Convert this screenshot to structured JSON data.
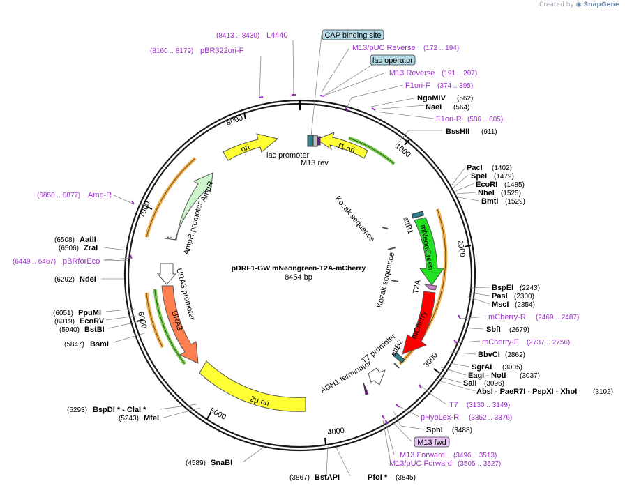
{
  "credit": {
    "prefix": "Created by",
    "brand": "SnapGene"
  },
  "plasmid": {
    "name": "pDRF1-GW mNeongreen-T2A-mCherry",
    "length": "8454 bp"
  },
  "ticks": [
    "1000",
    "2000",
    "3000",
    "4000",
    "5000",
    "6000",
    "7000",
    "8000"
  ],
  "sites": [
    {
      "name": "NgoMIV",
      "pos": "(562)"
    },
    {
      "name": "NaeI",
      "pos": "(564)"
    },
    {
      "name": "BssHII",
      "pos": "(911)"
    },
    {
      "name": "PacI",
      "pos": "(1402)"
    },
    {
      "name": "SpeI",
      "pos": "(1479)"
    },
    {
      "name": "EcoRI",
      "pos": "(1485)"
    },
    {
      "name": "NheI",
      "pos": "(1525)"
    },
    {
      "name": "BmtI",
      "pos": "(1529)"
    },
    {
      "name": "BspEI",
      "pos": "(2243)"
    },
    {
      "name": "PasI",
      "pos": "(2300)"
    },
    {
      "name": "MscI",
      "pos": "(2354)"
    },
    {
      "name": "SbfI",
      "pos": "(2679)"
    },
    {
      "name": "BbvCI",
      "pos": "(2862)"
    },
    {
      "name": "SgrAI",
      "pos": "(3005)"
    },
    {
      "name": "EagI - NotI",
      "pos": "(3037)"
    },
    {
      "name": "SalI",
      "pos": "(3096)"
    },
    {
      "name": "AbsI - PaeR7I - PspXI - XhoI",
      "pos": "(3102)"
    },
    {
      "name": "SphI",
      "pos": "(3488)"
    },
    {
      "name": "PfoI *",
      "pos": "(3845)"
    },
    {
      "name": "BstAPI",
      "pos": "(3867)"
    },
    {
      "name": "SnaBI",
      "pos": "(4589)"
    },
    {
      "name": "MfeI",
      "pos": "(5243)"
    },
    {
      "name": "BspDI * - ClaI *",
      "pos": "(5293)"
    },
    {
      "name": "BsmI",
      "pos": "(5847)"
    },
    {
      "name": "BstBI",
      "pos": "(5940)"
    },
    {
      "name": "EcoRV",
      "pos": "(6019)"
    },
    {
      "name": "PpuMI",
      "pos": "(6051)"
    },
    {
      "name": "NdeI",
      "pos": "(6292)"
    },
    {
      "name": "ZraI",
      "pos": "(6506)"
    },
    {
      "name": "AatII",
      "pos": "(6508)"
    }
  ],
  "primers": [
    {
      "name": "L4440",
      "pos": "(8413 .. 8430)"
    },
    {
      "name": "pBR322ori-F",
      "pos": "(8160 .. 8179)"
    },
    {
      "name": "M13/pUC Reverse",
      "pos": "(172 .. 194)"
    },
    {
      "name": "M13 Reverse",
      "pos": "(191 .. 207)"
    },
    {
      "name": "F1ori-F",
      "pos": "(374 .. 395)"
    },
    {
      "name": "F1ori-R",
      "pos": "(586 .. 605)"
    },
    {
      "name": "Amp-R",
      "pos": "(6858 .. 6877)"
    },
    {
      "name": "pBRforEco",
      "pos": "(6449 .. 6467)"
    },
    {
      "name": "mCherry-R",
      "pos": "(2469 .. 2487)"
    },
    {
      "name": "mCherry-F",
      "pos": "(2737 .. 2756)"
    },
    {
      "name": "T7",
      "pos": "(3130 .. 3149)"
    },
    {
      "name": "pHybLex-R",
      "pos": "(3352 .. 3376)"
    },
    {
      "name": "M13 Forward",
      "pos": "(3496 .. 3513)"
    },
    {
      "name": "M13/pUC Forward",
      "pos": "(3505 .. 3527)"
    }
  ],
  "boxed": {
    "cap": "CAP binding site",
    "lacop": "lac operator",
    "m13fwd": "M13 fwd"
  },
  "features": {
    "ori": "ori",
    "f1ori": "f1 ori",
    "lac_promoter": "lac promoter",
    "m13rev": "M13 rev",
    "ampr": "AmpR",
    "ampr_promoter": "AmpR promoter",
    "ura3_promoter": "URA3 promoter",
    "ura3": "URA3",
    "two_micron": "2μ ori",
    "kozak1": "Kozak sequence",
    "kozak2": "Kozak sequence",
    "attb1": "attB1",
    "mneongreen": "mNeonGreen",
    "t2a": "T2A",
    "mcherry": "mCherry",
    "attb2": "attB2",
    "t7_promoter": "T7 promoter",
    "adh1": "ADH1 terminator"
  },
  "colors": {
    "backbone": "#1a1a1a",
    "primer": "#9b2fc9",
    "ori": "#ffff33",
    "ampr": "#ccf5cc",
    "ura3": "#ff7f50",
    "mneongreen": "#22e022",
    "mcherry": "#ff0000",
    "t2a": "#c77dc7",
    "attb": "#2e7d8a",
    "cap_box": "#b3d9e6",
    "m13fwd_box": "#e8c8f5"
  }
}
